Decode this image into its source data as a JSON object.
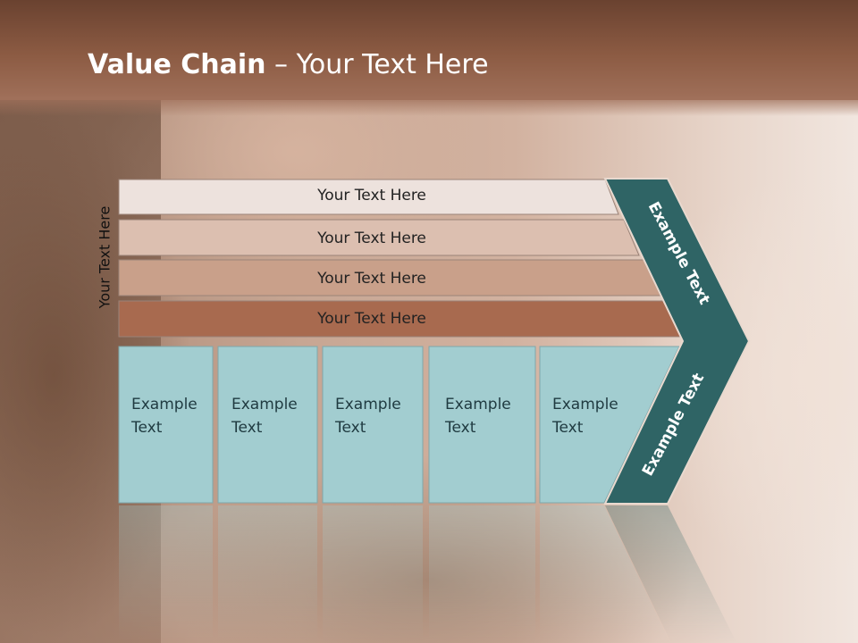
{
  "slide": {
    "title_bold": "Value Chain",
    "title_rest": " – Your Text Here",
    "side_label": "Your Text Here"
  },
  "rows": [
    {
      "label": "Your Text Here",
      "color": "#ede2dd"
    },
    {
      "label": "Your Text Here",
      "color": "#dcbfb0"
    },
    {
      "label": "Your Text Here",
      "color": "#c9a08a"
    },
    {
      "label": "Your Text Here",
      "color": "#a86a4f"
    }
  ],
  "boxes": [
    {
      "line1": "Example",
      "line2": "Text"
    },
    {
      "line1": "Example",
      "line2": "Text"
    },
    {
      "line1": "Example",
      "line2": "Text"
    },
    {
      "line1": "Example",
      "line2": "Text"
    },
    {
      "line1": "Example",
      "line2": "Text"
    }
  ],
  "chevron": {
    "upper_label": "Example Text",
    "lower_label": "Example Text",
    "color": "#2f6465"
  },
  "colors": {
    "box_fill": "#a2cdd0",
    "title_bar": "#8c5b43"
  }
}
